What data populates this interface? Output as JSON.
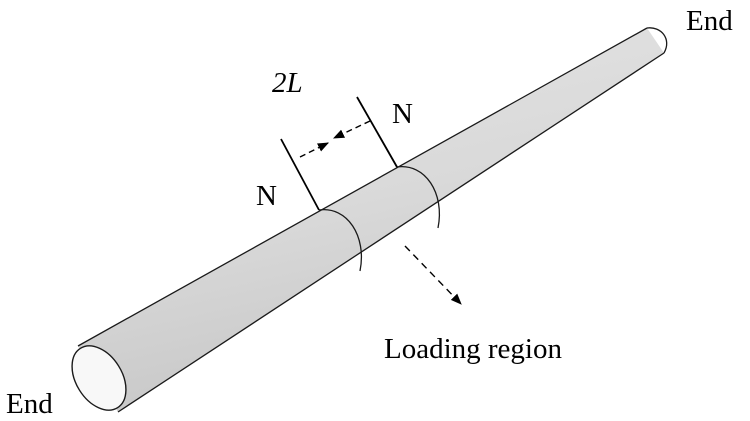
{
  "labels": {
    "end_top": "End",
    "end_bottom": "End",
    "length": "2L",
    "n_left": "N",
    "n_right": "N",
    "loading": "Loading region"
  },
  "colors": {
    "pipe_fill": "#dcdcdc",
    "pipe_outline": "#1a1a1a",
    "inner_bore": "#f8f8f8",
    "ink": "#000000"
  }
}
